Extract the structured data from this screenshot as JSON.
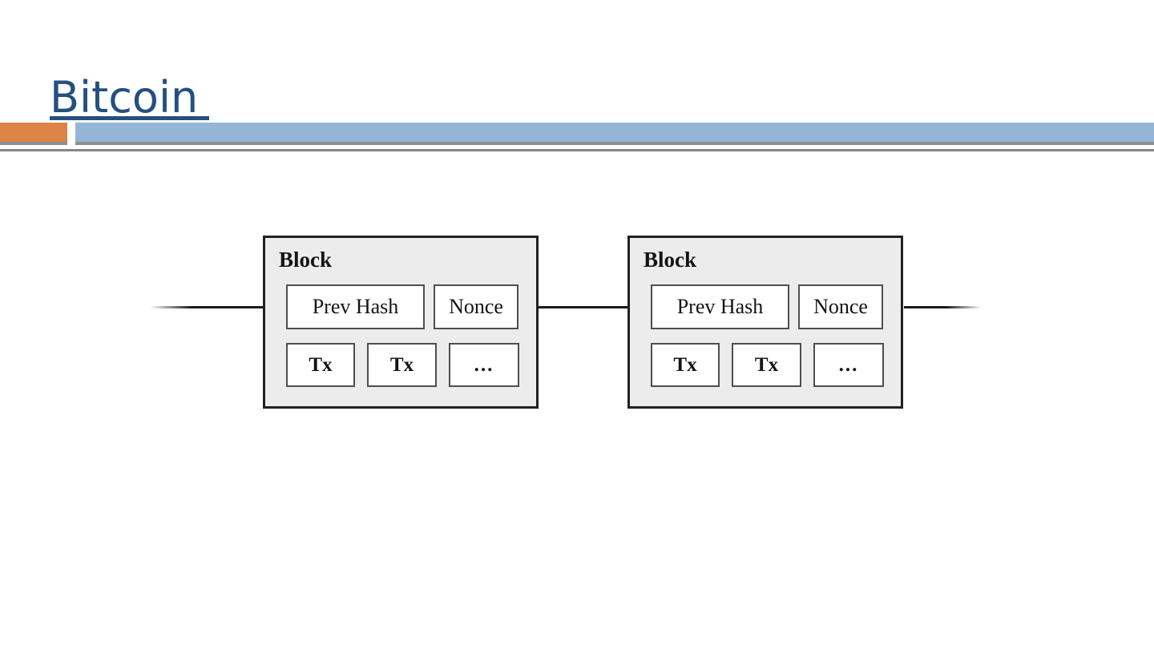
{
  "slide": {
    "title": "Bitcoin"
  },
  "theme": {
    "title_color": "#24507E",
    "accent_orange": "#DD8447",
    "accent_blue": "#94B5D5",
    "rule_gray": "#83888C",
    "block_fill": "#ECECEC",
    "block_border": "#212121"
  },
  "diagram": {
    "blocks": [
      {
        "title": "Block",
        "prev_hash": "Prev Hash",
        "nonce": "Nonce",
        "tx_1": "Tx",
        "tx_2": "Tx",
        "ellipsis": "..."
      },
      {
        "title": "Block",
        "prev_hash": "Prev Hash",
        "nonce": "Nonce",
        "tx_1": "Tx",
        "tx_2": "Tx",
        "ellipsis": "..."
      }
    ]
  }
}
